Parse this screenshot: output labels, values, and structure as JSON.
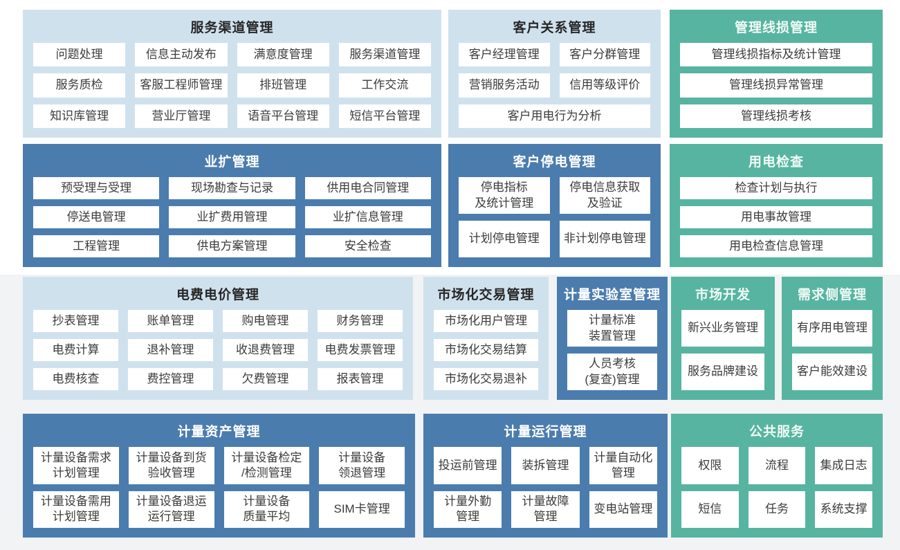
{
  "colors": {
    "light_panel_bg": "#d0e1ee",
    "dark_panel_bg": "#4b7cae",
    "teal_panel_bg": "#57b4a1",
    "item_bg": "#ffffff",
    "item_text": "#3b3b3b",
    "page_bg_top": "#ffffff",
    "page_bg_bottom": "#f1f3f5"
  },
  "panels": [
    {
      "id": "service-channel-management",
      "title": "服务渠道管理",
      "items": [
        {
          "label": "问题处理"
        },
        {
          "label": "信息主动发布"
        },
        {
          "label": "满意度管理"
        },
        {
          "label": "服务渠道管理"
        },
        {
          "label": "服务质检"
        },
        {
          "label": "客服工程师管理"
        },
        {
          "label": "排班管理"
        },
        {
          "label": "工作交流"
        },
        {
          "label": "知识库管理"
        },
        {
          "label": "营业厅管理"
        },
        {
          "label": "语音平台管理"
        },
        {
          "label": "短信平台管理"
        }
      ]
    },
    {
      "id": "customer-relationship-management",
      "title": "客户关系管理",
      "items": [
        {
          "label": "客户经理管理"
        },
        {
          "label": "客户分群管理"
        },
        {
          "label": "营销服务活动"
        },
        {
          "label": "信用等级评价"
        },
        {
          "label": "客户用电行为分析",
          "span": 2
        }
      ]
    },
    {
      "id": "line-loss-management",
      "title": "管理线损管理",
      "items": [
        {
          "label": "管理线损指标及统计管理"
        },
        {
          "label": "管理线损异常管理"
        },
        {
          "label": "管理线损考核"
        }
      ]
    },
    {
      "id": "business-expansion-management",
      "title": "业扩管理",
      "items": [
        {
          "label": "预受理与受理"
        },
        {
          "label": "现场勘查与记录"
        },
        {
          "label": "供用电合同管理"
        },
        {
          "label": "停送电管理"
        },
        {
          "label": "业扩费用管理"
        },
        {
          "label": "业扩信息管理"
        },
        {
          "label": "工程管理"
        },
        {
          "label": "供电方案管理"
        },
        {
          "label": "安全检查"
        }
      ]
    },
    {
      "id": "customer-outage-management",
      "title": "客户停电管理",
      "items": [
        {
          "label": "停电指标\n及统计管理"
        },
        {
          "label": "停电信息获取\n及验证"
        },
        {
          "label": "计划停电管理"
        },
        {
          "label": "非计划停电管理"
        }
      ]
    },
    {
      "id": "electricity-inspection",
      "title": "用电检查",
      "items": [
        {
          "label": "检查计划与执行"
        },
        {
          "label": "用电事故管理"
        },
        {
          "label": "用电检查信息管理"
        }
      ]
    },
    {
      "id": "tariff-billing-management",
      "title": "电费电价管理",
      "items": [
        {
          "label": "抄表管理"
        },
        {
          "label": "账单管理"
        },
        {
          "label": "购电管理"
        },
        {
          "label": "财务管理"
        },
        {
          "label": "电费计算"
        },
        {
          "label": "退补管理"
        },
        {
          "label": "收退费管理"
        },
        {
          "label": "电费发票管理"
        },
        {
          "label": "电费核查"
        },
        {
          "label": "费控管理"
        },
        {
          "label": "欠费管理"
        },
        {
          "label": "报表管理"
        }
      ]
    },
    {
      "id": "market-trading-management",
      "title": "市场化交易管理",
      "items": [
        {
          "label": "市场化用户管理"
        },
        {
          "label": "市场化交易结算"
        },
        {
          "label": "市场化交易退补"
        }
      ]
    },
    {
      "id": "metering-lab-management",
      "title": "计量实验室管理",
      "items": [
        {
          "label": "计量标准\n装置管理"
        },
        {
          "label": "人员考核\n(复查)管理"
        }
      ]
    },
    {
      "id": "market-development",
      "title": "市场开发",
      "items": [
        {
          "label": "新兴业务管理"
        },
        {
          "label": "服务品牌建设"
        }
      ]
    },
    {
      "id": "demand-side-management",
      "title": "需求侧管理",
      "items": [
        {
          "label": "有序用电管理"
        },
        {
          "label": "客户能效建设"
        }
      ]
    },
    {
      "id": "metering-asset-management",
      "title": "计量资产管理",
      "items": [
        {
          "label": "计量设备需求\n计划管理"
        },
        {
          "label": "计量设备到货\n验收管理"
        },
        {
          "label": "计量设备检定\n/检测管理"
        },
        {
          "label": "计量设备\n领退管理"
        },
        {
          "label": "计量设备需用\n计划管理"
        },
        {
          "label": "计量设备退运\n运行管理"
        },
        {
          "label": "计量设备\n质量平均"
        },
        {
          "label": "SIM卡管理"
        }
      ]
    },
    {
      "id": "metering-operation-management",
      "title": "计量运行管理",
      "items": [
        {
          "label": "投运前管理"
        },
        {
          "label": "装拆管理"
        },
        {
          "label": "计量自动化\n管理"
        },
        {
          "label": "计量外勤\n管理"
        },
        {
          "label": "计量故障\n管理"
        },
        {
          "label": "变电站管理"
        }
      ]
    },
    {
      "id": "public-services",
      "title": "公共服务",
      "items": [
        {
          "label": "权限"
        },
        {
          "label": "流程"
        },
        {
          "label": "集成日志"
        },
        {
          "label": "短信"
        },
        {
          "label": "任务"
        },
        {
          "label": "系统支撑"
        }
      ]
    }
  ]
}
